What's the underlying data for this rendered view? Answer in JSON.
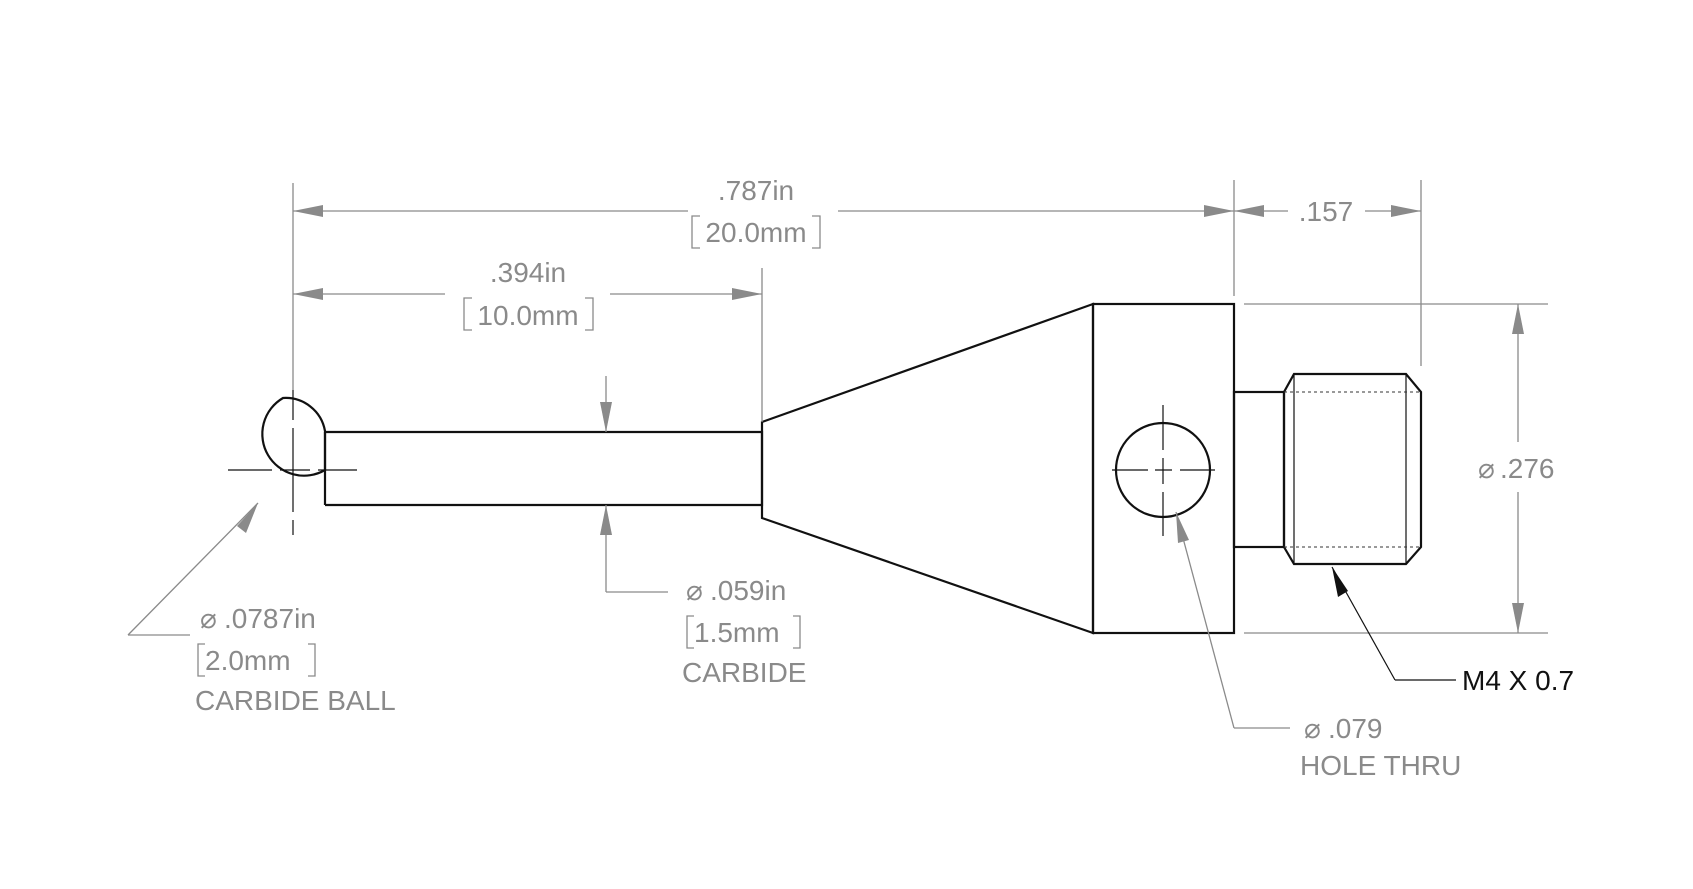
{
  "dimensions": {
    "overall_length_in": ".787in",
    "overall_length_mm": "20.0mm",
    "stem_length_in": ".394in",
    "stem_length_mm": "10.0mm",
    "thread_length": ".157",
    "body_diameter": ".276",
    "diameter_symbol": "⌀"
  },
  "callouts": {
    "ball": {
      "diameter": ".0787in",
      "metric": "2.0mm",
      "material": "CARBIDE BALL"
    },
    "stem": {
      "diameter": ".059in",
      "metric": "1.5mm",
      "material": "CARBIDE"
    },
    "hole": {
      "diameter": ".079",
      "note": "HOLE THRU"
    },
    "thread": {
      "spec": "M4 X 0.7"
    }
  }
}
